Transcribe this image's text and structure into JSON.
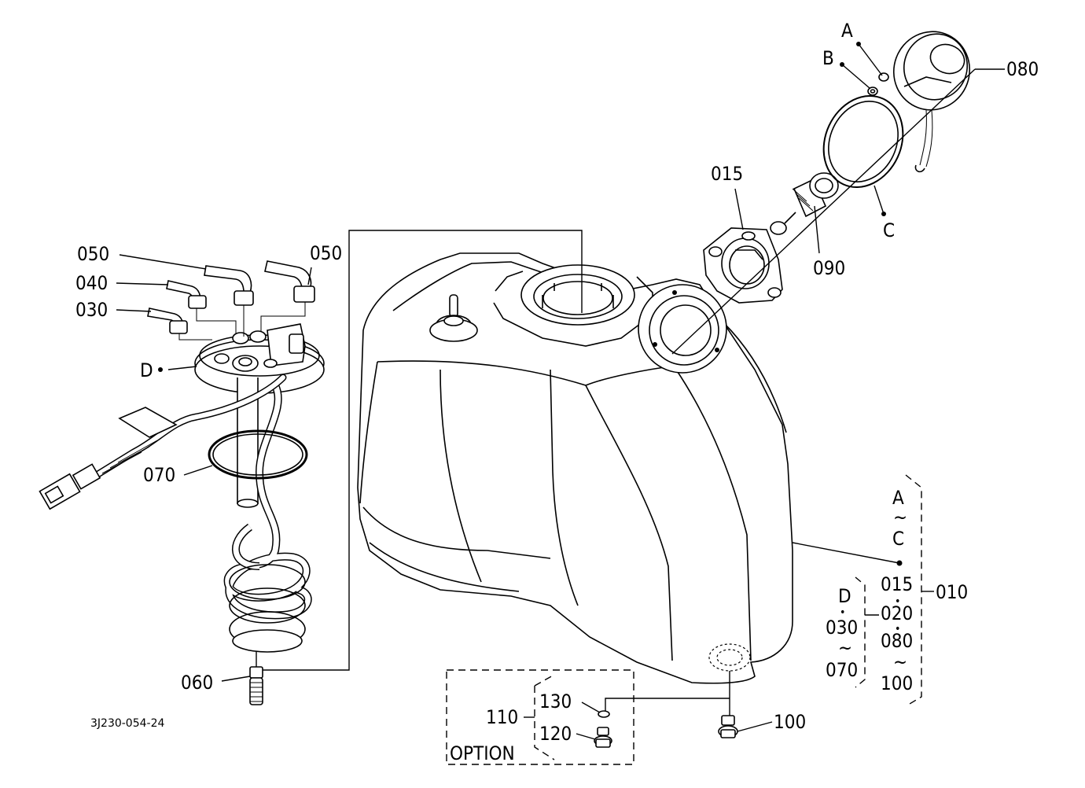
{
  "drawing_id": "3J230-054-24",
  "callouts": {
    "p010": "010",
    "p015_top": "015",
    "p015_tree": "015",
    "p020": "020",
    "p030_left": "030",
    "p030_tree": "030",
    "p040": "040",
    "p050_left": "050",
    "p050_right": "050",
    "p060": "060",
    "p070_left": "070",
    "p070_tree": "070",
    "p080_top": "080",
    "p080_tree": "080",
    "p090": "090",
    "p100_bottom": "100",
    "p100_tree": "100",
    "p110": "110",
    "p120": "120",
    "p130": "130"
  },
  "letters": {
    "a_top": "A",
    "b_top": "B",
    "c_top": "C",
    "d_left": "D",
    "a_tree": "A",
    "c_tree": "C",
    "d_tree": "D"
  },
  "range_marks": {
    "tilde_ac": "~",
    "tilde_030_070": "~",
    "tilde_080_100": "~",
    "dot_d": "•",
    "dot_015": "•",
    "dot_020": "•"
  },
  "option_box": {
    "label": "OPTION"
  }
}
